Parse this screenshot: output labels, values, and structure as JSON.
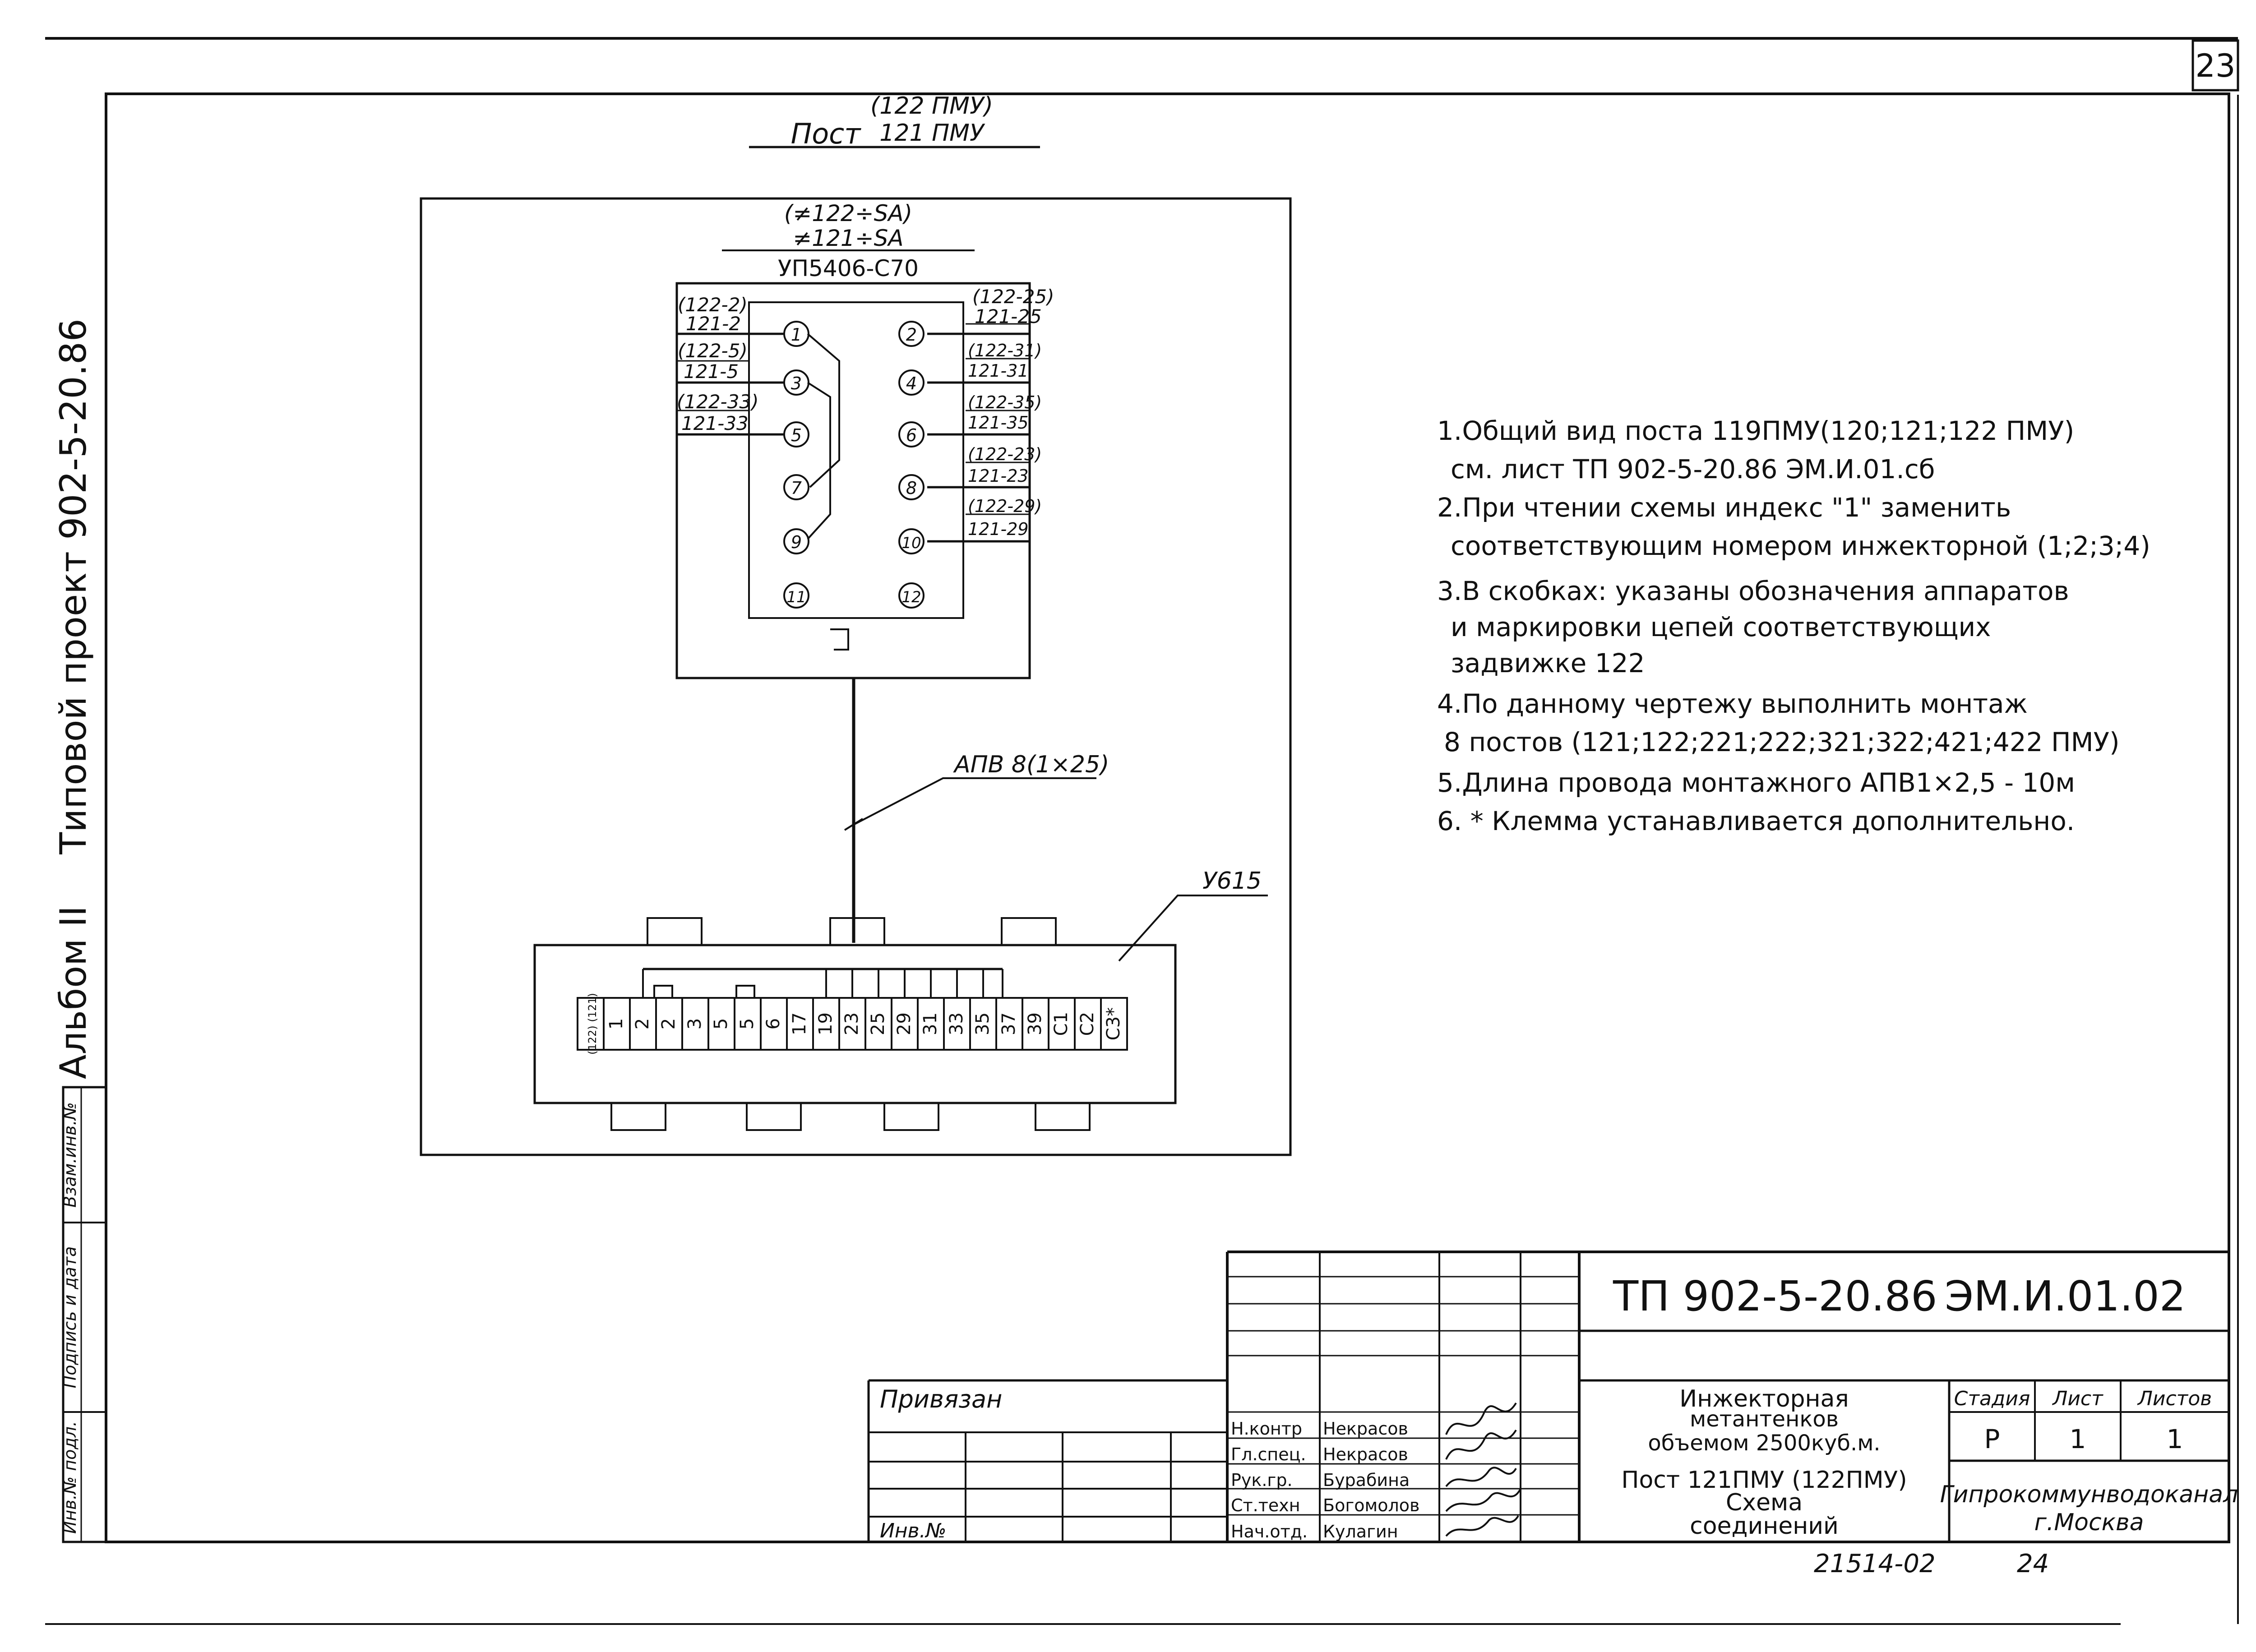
{
  "sheet_number": "23",
  "side_labels": {
    "project": "Типовой проект 902-5-20.86",
    "album": "Альбом II",
    "vzam_inv": "Взам.инв.№",
    "podpis_data": "Подпись и дата",
    "inv_podl": "Инв.№ подл."
  },
  "post_title": {
    "alt": "(122 ПМУ)",
    "prefix": "Пост",
    "main": "121 ПМУ"
  },
  "device": {
    "label_alt": "(≠122÷SA)",
    "label_main": "≠121÷SA",
    "model": "УП5406-С70",
    "left_wires": [
      {
        "alt": "(122-2)",
        "main": "121-2"
      },
      {
        "alt": "(122-5)",
        "main": "121-5"
      },
      {
        "alt": "(122-33)",
        "main": "121-33"
      }
    ],
    "right_wires": [
      {
        "alt": "(122-25)",
        "main": "121-25"
      },
      {
        "alt": "(122-31)",
        "main": "121-31"
      },
      {
        "alt": "(122-35)",
        "main": "121-35"
      },
      {
        "alt": "(122-23)",
        "main": "121-23"
      },
      {
        "alt": "(122-29)",
        "main": "121-29"
      }
    ],
    "contacts_left": [
      "1",
      "3",
      "5",
      "7",
      "9",
      "11"
    ],
    "contacts_right": [
      "2",
      "4",
      "6",
      "8",
      "10",
      "12"
    ]
  },
  "cable_label": "АПВ 8(1×25)",
  "terminal_box_label": "У615",
  "terminals": [
    "(122) (121)",
    "1",
    "2",
    "2",
    "3",
    "5",
    "5",
    "6",
    "17",
    "19",
    "23",
    "25",
    "29",
    "31",
    "33",
    "35",
    "37",
    "39",
    "С1",
    "С2",
    "С3*"
  ],
  "notes": [
    "1.Общий вид поста 119ПМУ(120;121;122 ПМУ)",
    "см. лист  ТП 902-5-20.86        ЭМ.И.01.сб",
    "2.При чтении схемы  индекс \"1\" заменить",
    "соответствующим  номером  инжекторной (1;2;3;4)",
    "3.В скобках: указаны обозначения аппаратов",
    "и маркировки цепей  соответствующих",
    "задвижке 122",
    "4.По данному чертежу выполнить монтаж",
    "8 постов (121;122;221;222;321;322;421;422 ПМУ)",
    "5.Длина  провода монтажного АПВ1×2,5 - 10м",
    "6. *  Клемма устанавливается дополнительно."
  ],
  "title_block": {
    "code": "ТП 902-5-20.86",
    "sheet_code": "ЭМ.И.01.02",
    "privyazan": "Привязан",
    "inv_no": "Инв.№",
    "roles": [
      {
        "role": "Н.контр",
        "name": "Некрасов"
      },
      {
        "role": "Гл.спец.",
        "name": "Некрасов"
      },
      {
        "role": "Рук.гр.",
        "name": "Бурабина"
      },
      {
        "role": "Ст.техн",
        "name": "Богомолов"
      },
      {
        "role": "Нач.отд.",
        "name": "Кулагин"
      }
    ],
    "object_line1": "Инжекторная",
    "object_line2": "метантенков",
    "object_line3": "объемом 2500куб.м.",
    "drawing_line1": "Пост 121ПМУ (122ПМУ)",
    "drawing_line2": "Схема",
    "drawing_line3": "соединений",
    "stage_header": "Стадия",
    "sheet_header": "Лист",
    "sheets_header": "Листов",
    "stage": "Р",
    "sheet": "1",
    "sheets": "1",
    "org_line1": "Гипрокоммунводоканал",
    "org_line2": "г.Москва"
  },
  "footer_code": "21514-02",
  "footer_page": "24"
}
